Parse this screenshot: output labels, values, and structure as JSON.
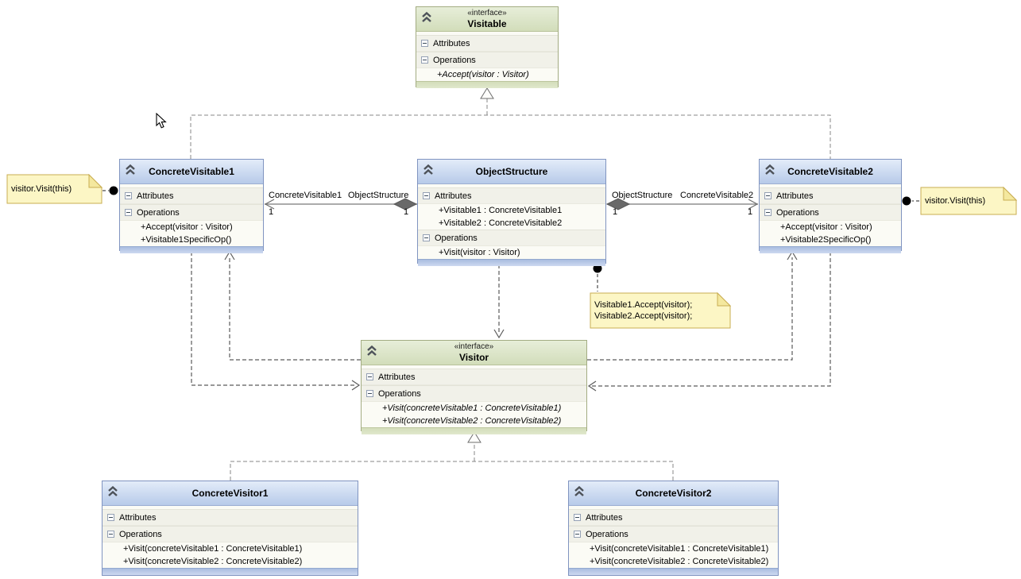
{
  "diagram": {
    "name": "Visitor pattern class diagram"
  },
  "labels": {
    "attributes": "Attributes",
    "operations": "Operations"
  },
  "classes": {
    "visitable": {
      "stereotype": "«interface»",
      "name": "Visitable",
      "attributes": [],
      "operations": [
        "+Accept(visitor : Visitor)"
      ]
    },
    "concreteVisitable1": {
      "name": "ConcreteVisitable1",
      "attributes": [],
      "operations": [
        "+Accept(visitor : Visitor)",
        "+Visitable1SpecificOp()"
      ]
    },
    "objectStructure": {
      "name": "ObjectStructure",
      "attributes": [
        "+Visitable1 : ConcreteVisitable1",
        "+Visitable2 : ConcreteVisitable2"
      ],
      "operations": [
        "+Visit(visitor : Visitor)"
      ]
    },
    "concreteVisitable2": {
      "name": "ConcreteVisitable2",
      "attributes": [],
      "operations": [
        "+Accept(visitor : Visitor)",
        "+Visitable2SpecificOp()"
      ]
    },
    "visitor": {
      "stereotype": "«interface»",
      "name": "Visitor",
      "attributes": [],
      "operations": [
        "+Visit(concreteVisitable1 : ConcreteVisitable1)",
        "+Visit(concreteVisitable2 : ConcreteVisitable2)"
      ]
    },
    "concreteVisitor1": {
      "name": "ConcreteVisitor1",
      "attributes": [],
      "operations": [
        "+Visit(concreteVisitable1 : ConcreteVisitable1)",
        "+Visit(concreteVisitable2 : ConcreteVisitable2)"
      ]
    },
    "concreteVisitor2": {
      "name": "ConcreteVisitor2",
      "attributes": [],
      "operations": [
        "+Visit(concreteVisitable1 : ConcreteVisitable1)",
        "+Visit(concreteVisitable2 : ConcreteVisitable2)"
      ]
    }
  },
  "notes": {
    "left": {
      "lines": [
        "visitor.Visit(this)"
      ]
    },
    "right": {
      "lines": [
        "visitor.Visit(this)"
      ]
    },
    "center": {
      "lines": [
        "Visitable1.Accept(visitor);",
        "Visitable2.Accept(visitor);"
      ]
    }
  },
  "edge_labels": {
    "assoc_left": {
      "role_left": "ConcreteVisitable1",
      "role_right": "ObjectStructure",
      "mult_left": "1",
      "mult_right": "1"
    },
    "assoc_right": {
      "role_left": "ObjectStructure",
      "role_right": "ConcreteVisitable2",
      "mult_left": "1",
      "mult_right": "1"
    }
  },
  "colors": {
    "class_header_blue": "#b7cae9",
    "class_header_green": "#d2ddba",
    "class_body": "#fbfbf5",
    "note_fill": "#fcf6c5",
    "note_border": "#c9ad52",
    "line_gray": "#878787"
  }
}
